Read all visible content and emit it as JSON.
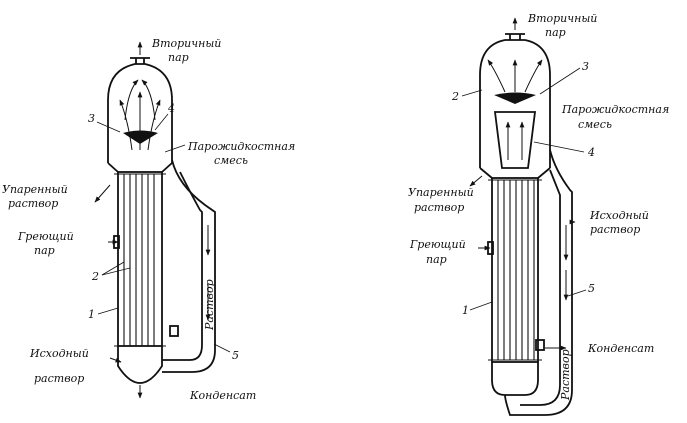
{
  "left": {
    "labels": {
      "secondary_steam": [
        "Вторичный",
        "пар"
      ],
      "vapor_liquid": [
        "Парожидкостная",
        "смесь"
      ],
      "evaporated": [
        "Упаренный",
        "раствор"
      ],
      "heating_steam": [
        "Греющий",
        "пар"
      ],
      "feed": [
        "Исходный",
        "раствор"
      ],
      "condensate": "Конденсат",
      "solution": "Раствор"
    },
    "numbers": {
      "n1": "1",
      "n2": "2",
      "n3": "3",
      "n4": "4",
      "n5": "5"
    }
  },
  "right": {
    "labels": {
      "secondary_steam": [
        "Вторичный",
        "пар"
      ],
      "vapor_liquid": [
        "Парожидкостная",
        "смесь"
      ],
      "evaporated": [
        "Упаренный",
        "раствор"
      ],
      "heating_steam": [
        "Греющий",
        "пар"
      ],
      "feed": [
        "Исходный",
        "раствор"
      ],
      "condensate": "Конденсат",
      "solution": "Раствор"
    },
    "numbers": {
      "n1": "1",
      "n2": "2",
      "n3": "3",
      "n4": "4",
      "n5": "5"
    }
  },
  "colors": {
    "ink": "#111111",
    "background": "#ffffff"
  }
}
